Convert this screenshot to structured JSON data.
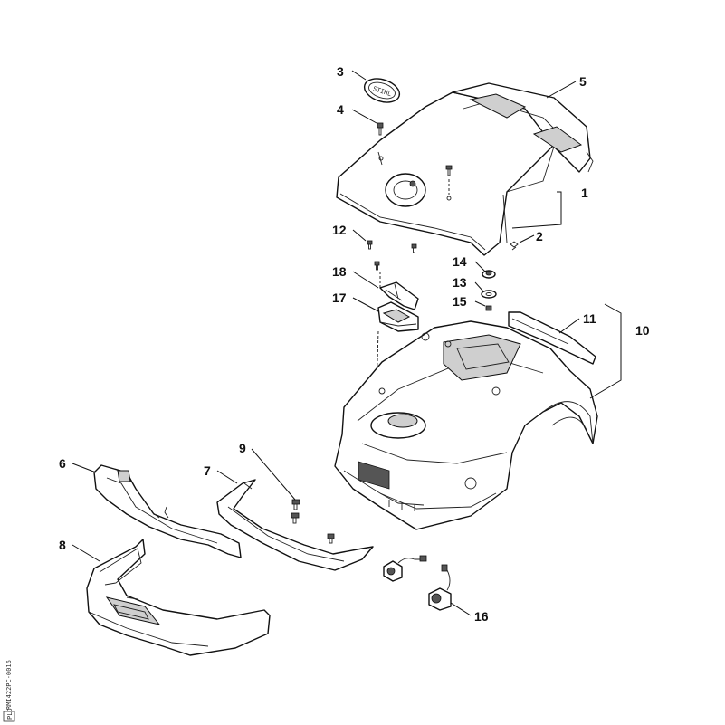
{
  "callouts": {
    "c1": "1",
    "c2": "2",
    "c3": "3",
    "c4": "4",
    "c5": "5",
    "c6": "6",
    "c7": "7",
    "c8": "8",
    "c9": "9",
    "c10": "10",
    "c11": "11",
    "c12": "12",
    "c13": "13",
    "c14": "14",
    "c15": "15",
    "c16": "16",
    "c17": "17",
    "c18": "18"
  },
  "drawing_code": "RMI422PC-0016",
  "corner_mark": "PLO"
}
